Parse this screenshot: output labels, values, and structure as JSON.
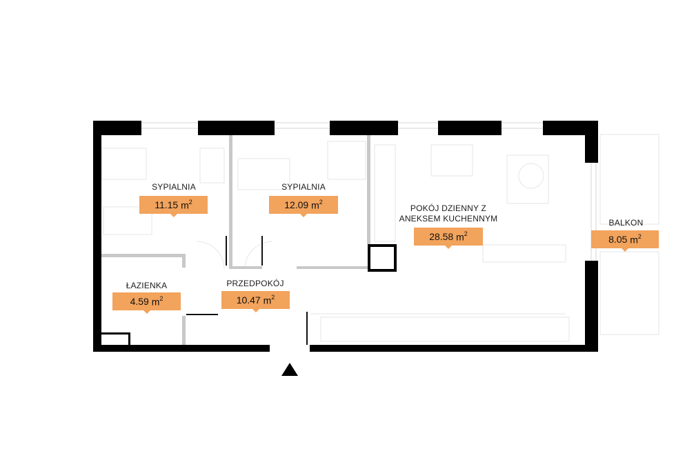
{
  "plan": {
    "colors": {
      "wall": "#000000",
      "partition": "#c6c6c6",
      "window": "#d8d8d8",
      "furniture": "#e4e4e4",
      "area_tag": "#f2a35c"
    },
    "unit_base": "m",
    "unit_exp": "2",
    "rooms": [
      {
        "id": "sypialnia-1",
        "name_lines": [
          "SYPIALNIA"
        ],
        "area": "11.15"
      },
      {
        "id": "sypialnia-2",
        "name_lines": [
          "SYPIALNIA"
        ],
        "area": "12.09"
      },
      {
        "id": "pokoj-dzienny",
        "name_lines": [
          "POKÓJ DZIENNY Z",
          "ANEKSEM KUCHENNYM"
        ],
        "area": "28.58"
      },
      {
        "id": "balkon",
        "name_lines": [
          "BALKON"
        ],
        "area": "8.05"
      },
      {
        "id": "lazienka",
        "name_lines": [
          "ŁAZIENKA"
        ],
        "area": "4.59"
      },
      {
        "id": "przedpokoj",
        "name_lines": [
          "PRZEDPOKÓJ"
        ],
        "area": "10.47"
      }
    ],
    "entrance_icon": "entrance-arrow-icon"
  }
}
